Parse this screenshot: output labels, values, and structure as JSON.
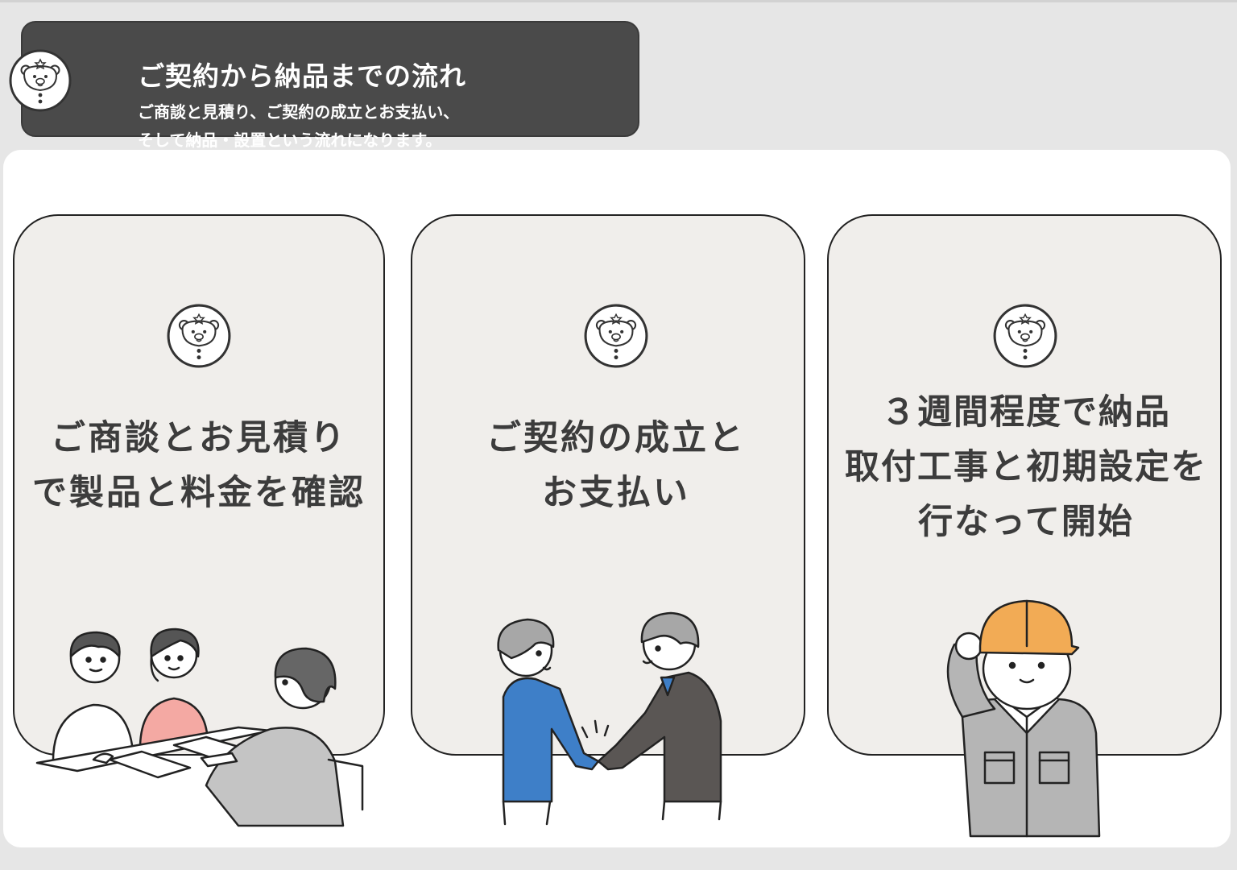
{
  "header": {
    "title": "ご契約から納品までの流れ",
    "subtitle_line1": "ご商談と見積り、ご契約の成立とお支払い、",
    "subtitle_line2": "そして納品・設置という流れになります。"
  },
  "steps": [
    {
      "line1": "ご商談とお見積り",
      "line2": "で製品と料金を確認",
      "mascot_icon": "bear-mascot-icon",
      "illustration": "meeting-illustration"
    },
    {
      "line1": "ご契約の成立と",
      "line2": "お支払い",
      "mascot_icon": "bear-mascot-icon",
      "illustration": "handshake-illustration"
    },
    {
      "line1": "３週間程度で納品",
      "line2": "取付工事と初期設定を",
      "line3": "行なって開始",
      "mascot_icon": "bear-mascot-icon",
      "illustration": "worker-illustration"
    }
  ],
  "colors": {
    "header_bg": "#4a4a4a",
    "card_bg": "#f0eeeb",
    "helmet": "#f2ab55",
    "suit_blue": "#3e7fc8",
    "shirt_pink": "#f4a9a3",
    "uniform_gray": "#b5b5b5"
  }
}
